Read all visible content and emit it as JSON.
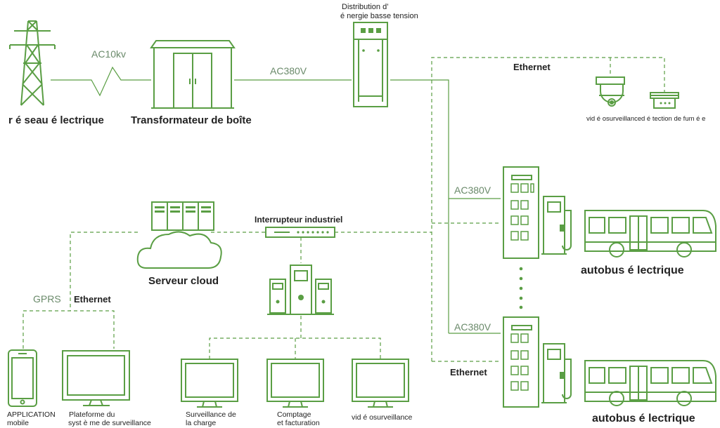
{
  "labels": {
    "grid": "r é seau  é lectrique",
    "ac10kv": "AC10kv",
    "transformer": "Transformateur de boîte",
    "ac380_top": "AC380V",
    "distribution_line1": "Distribution d’",
    "distribution_line2": " é nergie basse tension",
    "ethernet_top": "Ethernet",
    "video_surv_top": "vid é osurveillance",
    "smoke_detect": "d é tection de fum é e",
    "ac380_mid1": "AC380V",
    "ac380_mid2": "AC380V",
    "bus1": "autobus  é lectrique",
    "bus2": "autobus  é lectrique",
    "ethernet_bottom": "Ethernet",
    "switch": "Interrupteur industriel",
    "cloud": "Serveur cloud",
    "gprs": "GPRS",
    "ethernet_left": "Ethernet",
    "app_line1": "APPLICATION",
    "app_line2": "mobile",
    "platform_line1": "Plateforme du",
    "platform_line2": "syst è me de surveillance",
    "charge_line1": "Surveillance de",
    "charge_line2": "la charge",
    "billing_line1": "Comptage",
    "billing_line2": "et facturation",
    "video_bottom": "vid é osurveillance"
  },
  "colors": {
    "accent": "#5a9e44",
    "text": "#222222"
  },
  "icons": [
    "pylon-icon",
    "transformer-icon",
    "distribution-cabinet-icon",
    "dome-camera-icon",
    "smoke-detector-icon",
    "server-rack-icon",
    "cloud-icon",
    "network-switch-icon",
    "workstation-cluster-icon",
    "smartphone-icon",
    "monitor-icon",
    "charging-pile-icon",
    "electric-bus-icon"
  ]
}
